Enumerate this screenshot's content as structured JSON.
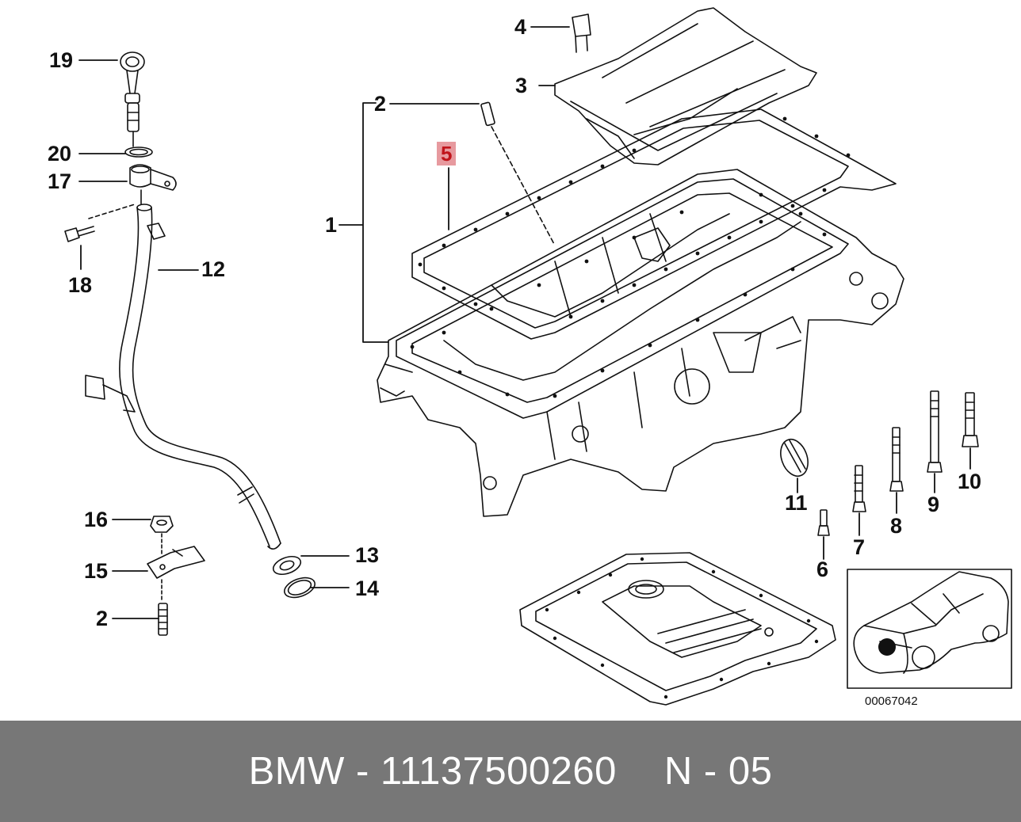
{
  "callouts": [
    {
      "id": "19",
      "text": "19"
    },
    {
      "id": "20",
      "text": "20"
    },
    {
      "id": "17",
      "text": "17"
    },
    {
      "id": "18",
      "text": "18"
    },
    {
      "id": "12",
      "text": "12"
    },
    {
      "id": "16",
      "text": "16"
    },
    {
      "id": "15",
      "text": "15"
    },
    {
      "id": "2b",
      "text": "2"
    },
    {
      "id": "13",
      "text": "13"
    },
    {
      "id": "14",
      "text": "14"
    },
    {
      "id": "4",
      "text": "4"
    },
    {
      "id": "3",
      "text": "3"
    },
    {
      "id": "2a",
      "text": "2"
    },
    {
      "id": "5",
      "text": "5"
    },
    {
      "id": "1",
      "text": "1"
    },
    {
      "id": "11",
      "text": "11"
    },
    {
      "id": "6",
      "text": "6"
    },
    {
      "id": "7",
      "text": "7"
    },
    {
      "id": "8",
      "text": "8"
    },
    {
      "id": "9",
      "text": "9"
    },
    {
      "id": "10",
      "text": "10"
    }
  ],
  "highlighted_part": "5",
  "diagram_code": "00067042",
  "footer": {
    "brand_part": "BMW - 11137500260",
    "group": "N - 05"
  },
  "colors": {
    "highlight_bg": "#e79a9f",
    "highlight_text": "#c0141b",
    "footer_bg": "#777777"
  }
}
